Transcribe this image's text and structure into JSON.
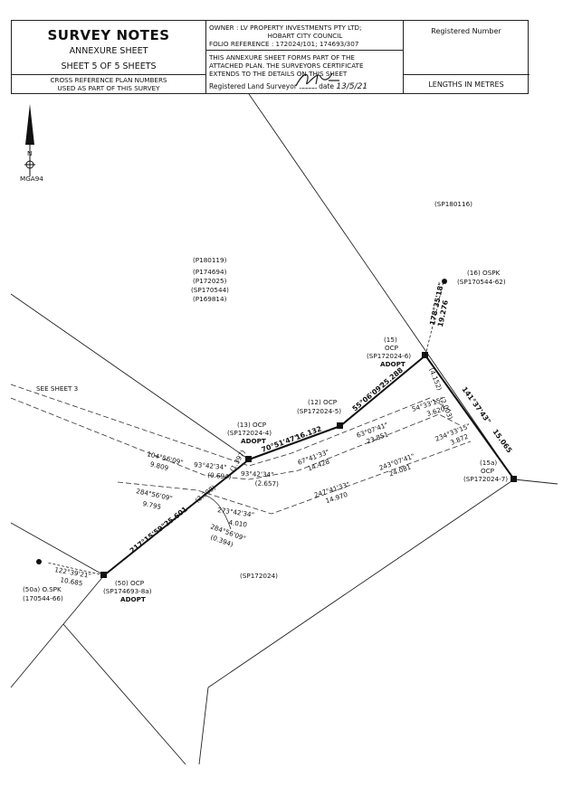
{
  "header": {
    "title": "SURVEY NOTES",
    "subtitle": "ANNEXURE SHEET",
    "sheet": "SHEET 5 OF 5 SHEETS",
    "cross_ref": [
      "CROSS REFERENCE PLAN NUMBERS",
      "USED AS PART OF THIS SURVEY"
    ],
    "owner": [
      "OWNER : LV PROPERTY INVESTMENTS PTY LTD;",
      "HOBART CITY COUNCIL"
    ],
    "folio": "FOLIO REFERENCE : 172024/101; 174693/307",
    "annex": [
      "THIS ANNEXURE SHEET FORMS PART OF THE",
      "ATTACHED PLAN. THE SURVEYORS CERTIFICATE",
      "EXTENDS TO THE DETAILS ON THIS SHEET"
    ],
    "surveyor_label": "Registered Land Surveyor",
    "date_label": "date",
    "date_value": "13/5/21",
    "registered_number": "Registered Number",
    "lengths": "LENGTHS IN METRES"
  },
  "north": {
    "letter": "N",
    "datum": "MGA94"
  },
  "parcels": {
    "sp180116": "(SP180116)",
    "p180119": [
      "(P180119)",
      "(P174694)",
      "(P172025)",
      "(SP170544)",
      "(P169814)"
    ],
    "sp172024": "(SP172024)",
    "see_sheet": "SEE SHEET 3"
  },
  "marks": [
    {
      "label": [
        "(16) OSPK",
        "(SP170544-62)"
      ]
    },
    {
      "label": [
        "(15)",
        "OCP",
        "(SP172024-6)",
        "ADOPT"
      ]
    },
    {
      "label": [
        "(12) OCP",
        "(SP172024-5)"
      ]
    },
    {
      "label": [
        "(13) OCP",
        "(SP172024-4)",
        "ADOPT"
      ]
    },
    {
      "label": [
        "(15a)",
        "OCP",
        "(SP172024-7)"
      ]
    },
    {
      "label": [
        "(50) OCP",
        "(SP174693-8a)",
        "ADOPT"
      ]
    },
    {
      "label": [
        "(50a) O.SPK",
        "(170544-66)"
      ]
    }
  ],
  "bearings": {
    "b1": "178°35'18\"",
    "d1": "19.276",
    "b2": "141°37'43\"",
    "d2": "15.065",
    "b3": "55°06'09\"",
    "d3": "25.288",
    "b4": "70°51'47\"",
    "d4": "16.132",
    "b5": "217°15'59\"",
    "d5": "25.601",
    "b6": "122°39'21\"",
    "d6": "10.685",
    "r1": "(4.152)",
    "r2": "(2.003)",
    "c1": "54°33'15\"",
    "c1d": "3.620",
    "c2": "63°07'41\"",
    "c2d": "23.851",
    "c3": "234°33'15\"",
    "c3d": "3.872",
    "c4": "67°41'33\"",
    "c4d": "14.428",
    "c5": "243°07'41\"",
    "c5d": "24.081",
    "c6": "247°41'33\"",
    "c6d": "14.970",
    "c7": "104°56'09\"",
    "c7d": "9.809",
    "c8": "93°42'34\"",
    "c8d": "(0.694)",
    "c9": "93°42'34\"",
    "c9d": "(2.657)",
    "r3": "(1.397)",
    "r4": "(2.308)",
    "c10": "284°56'09\"",
    "c10d": "9.795",
    "c11": "273°42'34\"",
    "c11d": "4.010",
    "c12": "284°56'09\"",
    "c12d": "(0.394)"
  }
}
